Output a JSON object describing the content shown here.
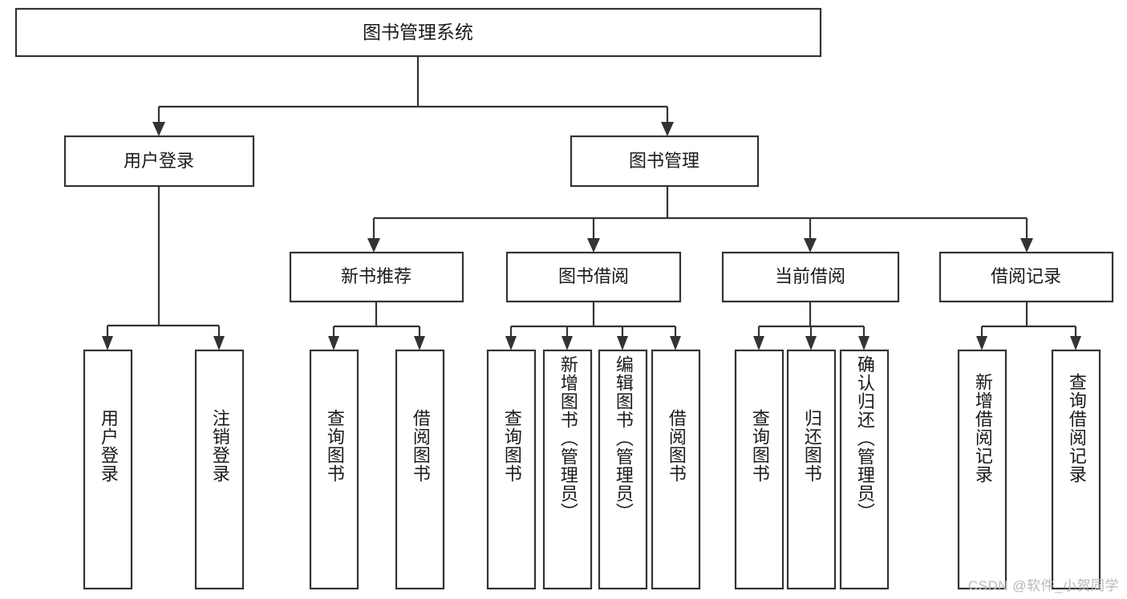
{
  "diagram": {
    "type": "hierarchy-tree",
    "title": "图书管理系统",
    "orientation": "top-down",
    "colors": {
      "box_stroke": "#333333",
      "box_fill": "#ffffff",
      "text": "#1a1a1a",
      "watermark": "#b9b9b9",
      "background": "#ffffff"
    },
    "root": {
      "label": "图书管理系统"
    },
    "level2": [
      {
        "id": "user-login",
        "label": "用户登录"
      },
      {
        "id": "book-manage",
        "label": "图书管理"
      }
    ],
    "level3": [
      {
        "id": "new-book-rec",
        "label": "新书推荐"
      },
      {
        "id": "book-borrow",
        "label": "图书借阅"
      },
      {
        "id": "current-borrow",
        "label": "当前借阅"
      },
      {
        "id": "borrow-record",
        "label": "借阅记录"
      }
    ],
    "leaves": {
      "user-login": [
        {
          "id": "leaf-user-login",
          "label": "用户登录"
        },
        {
          "id": "leaf-logout",
          "label": "注销登录"
        }
      ],
      "new-book-rec": [
        {
          "id": "leaf-query-book-1",
          "label": "查询图书"
        },
        {
          "id": "leaf-borrow-book-1",
          "label": "借阅图书"
        }
      ],
      "book-borrow": [
        {
          "id": "leaf-query-book-2",
          "label": "查询图书"
        },
        {
          "id": "leaf-add-book",
          "label": "新增图书（管理员）"
        },
        {
          "id": "leaf-edit-book",
          "label": "编辑图书（管理员）"
        },
        {
          "id": "leaf-borrow-book-2",
          "label": "借阅图书"
        }
      ],
      "current-borrow": [
        {
          "id": "leaf-query-book-3",
          "label": "查询图书"
        },
        {
          "id": "leaf-return-book",
          "label": "归还图书"
        },
        {
          "id": "leaf-confirm-return",
          "label": "确认归还（管理员）"
        }
      ],
      "borrow-record": [
        {
          "id": "leaf-add-record",
          "label": "新增借阅记录"
        },
        {
          "id": "leaf-query-record",
          "label": "查询借阅记录"
        }
      ]
    },
    "watermark": "CSDN @软件_小贺同学"
  }
}
